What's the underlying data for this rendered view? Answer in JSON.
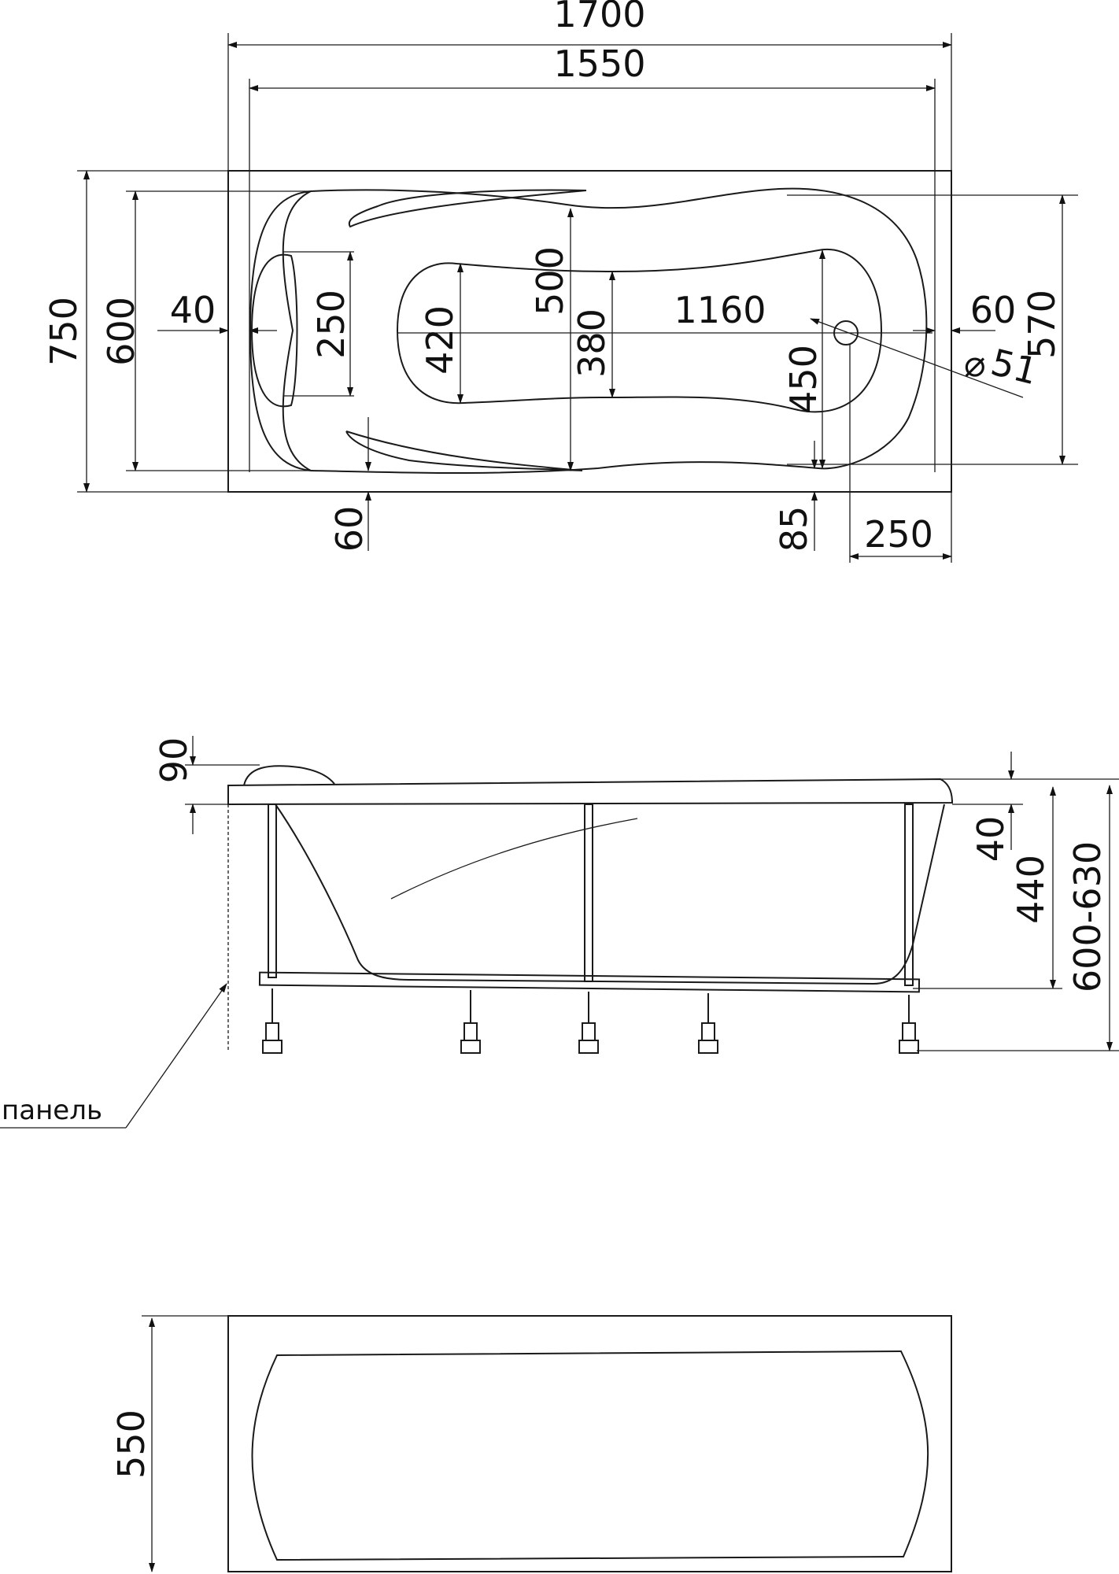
{
  "top_view": {
    "overall_length": "1700",
    "inner_length": "1550",
    "overall_width": "750",
    "inner_width": "600",
    "headrest_offset": "40",
    "headrest_width": "250",
    "basin_width_head": "420",
    "basin_top_width": "500",
    "basin_mid_width": "380",
    "basin_length": "1160",
    "basin_foot_width": "450",
    "foot_offset": "60",
    "right_inner_width": "570",
    "drain_diameter": "51",
    "bottom_left_offset": "60",
    "bottom_right_offset": "85",
    "drain_position": "250"
  },
  "side_view": {
    "headrest_height": "90",
    "rim_thickness": "40",
    "tub_depth": "440",
    "total_height": "600-630",
    "panel_label": "панель"
  },
  "panel_view": {
    "panel_height": "550"
  }
}
